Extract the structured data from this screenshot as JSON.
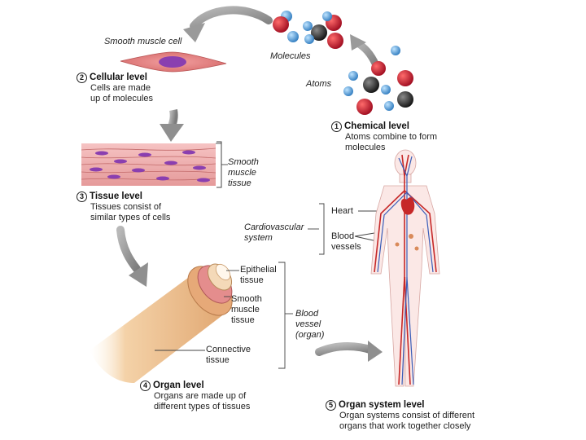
{
  "labels": {
    "smooth_muscle_cell": "Smooth muscle cell",
    "molecules": "Molecules",
    "atoms": "Atoms",
    "smooth_muscle_tissue": "Smooth\nmuscle\ntissue",
    "cardiovascular_system": "Cardiovascular\nsystem",
    "heart": "Heart",
    "blood_vessels": "Blood\nvessels",
    "epithelial_tissue": "Epithelial\ntissue",
    "smooth_muscle_tissue_2": "Smooth\nmuscle\ntissue",
    "connective_tissue": "Connective\ntissue",
    "blood_vessel_organ": "Blood\nvessel\n(organ)"
  },
  "levels": [
    {
      "number": "1",
      "title": "Chemical level",
      "desc": "Atoms combine to form\nmolecules"
    },
    {
      "number": "2",
      "title": "Cellular level",
      "desc": "Cells are made\nup of molecules"
    },
    {
      "number": "3",
      "title": "Tissue level",
      "desc": "Tissues consist of\nsimilar types of cells"
    },
    {
      "number": "4",
      "title": "Organ level",
      "desc": "Organs are made up of\ndifferent types of tissues"
    },
    {
      "number": "5",
      "title": "Organ system level",
      "desc": "Organ systems consist of different\norgans that work together closely"
    }
  ],
  "colors": {
    "oxygen_red": "#c8102e",
    "hydrogen_blue": "#4a9fd8",
    "carbon_black": "#2a2a2a",
    "muscle_pink": "#e89a9a",
    "vessel_tan": "#e8b98a",
    "artery_red": "#c62828",
    "vein_blue": "#3a5db8",
    "arrow_gray": "#9a9a9a"
  }
}
